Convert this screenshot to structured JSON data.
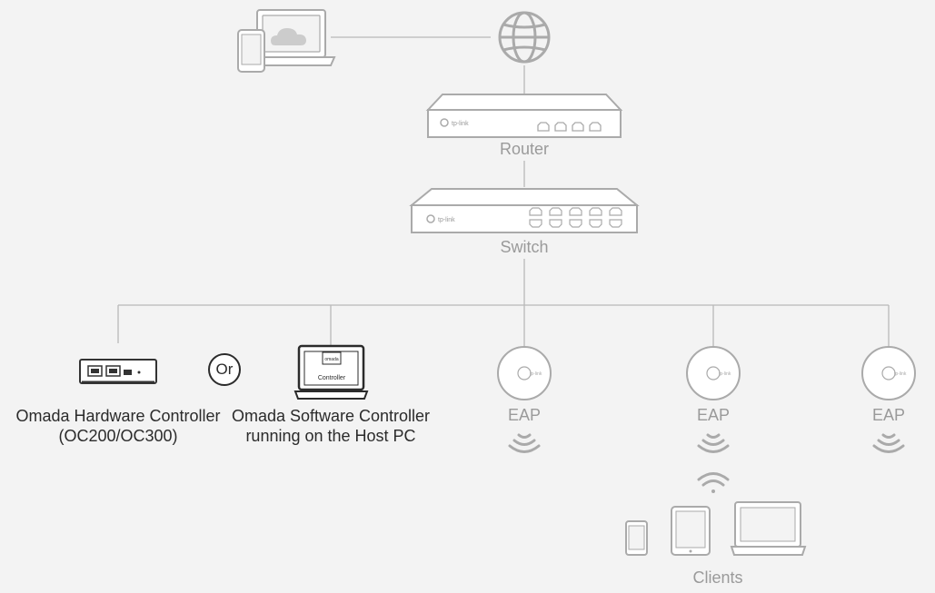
{
  "colors": {
    "line": "#b9b9b9",
    "device_stroke": "#aaaaaa",
    "device_dark": "#333333",
    "label_grey": "#9a9a9a",
    "label_dark": "#2b2b2b",
    "background": "#f3f3f3"
  },
  "labels": {
    "router": "Router",
    "switch": "Switch",
    "eap_1": "EAP",
    "eap_2": "EAP",
    "eap_3": "EAP",
    "clients": "Clients",
    "or": "Or",
    "hardware_controller_line1": "Omada Hardware Controller",
    "hardware_controller_line2": "(OC200/OC300)",
    "software_controller_line1": "Omada Software Controller",
    "software_controller_line2": "running on the Host PC"
  },
  "device_text": {
    "router_brand": "tp-link",
    "switch_brand": "tp-link",
    "eap_brand": "tp-link",
    "laptop_screen_logo": "omada",
    "laptop_screen_label": "Controller"
  },
  "icons": {
    "cloud_devices": "cloud-laptop-phone-icon",
    "internet": "globe-icon",
    "router": "router-icon",
    "switch": "switch-icon",
    "hardware_controller": "hardware-controller-icon",
    "software_controller": "laptop-controller-icon",
    "access_point": "access-point-icon",
    "wifi": "wifi-icon",
    "clients": [
      "phone-icon",
      "tablet-icon",
      "laptop-icon"
    ]
  }
}
